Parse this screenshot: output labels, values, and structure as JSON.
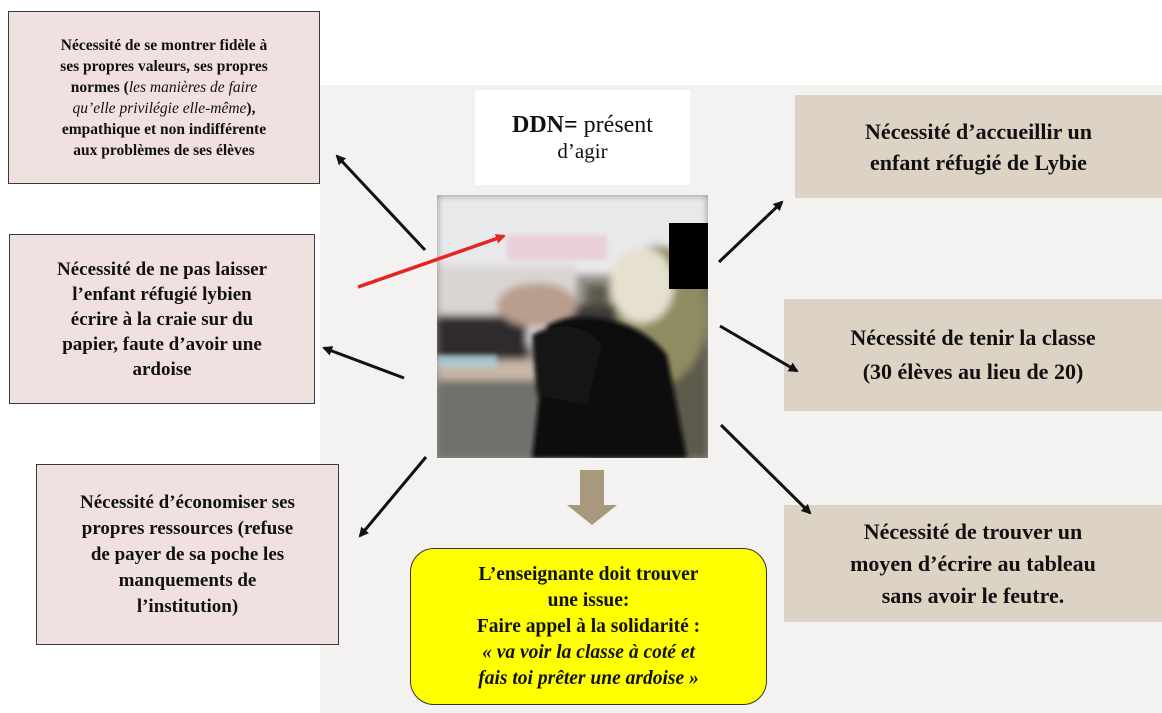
{
  "center": {
    "title_bold": "DDN=",
    "title_rest": " présent",
    "title_line2": "d’agir"
  },
  "left_boxes": {
    "values": {
      "line1": "Nécessité de se montrer fidèle à",
      "line2": "ses propres valeurs, ses propres",
      "line3_bold": "normes (",
      "line3_italic": "les manières de faire",
      "line4_italic": "qu’elle privilégie elle-même",
      "line4_bold": "),",
      "line5": "empathique et non indifférente",
      "line6": "aux problèmes de ses élèves"
    },
    "chalk": {
      "line1": "Nécessité de ne pas laisser",
      "line2": "l’enfant réfugié lybien",
      "line3": "écrire à la craie sur du",
      "line4": "papier, faute d’avoir une",
      "line5": "ardoise"
    },
    "save": {
      "line1": "Nécessité d’économiser ses",
      "line2": "propres ressources (refuse",
      "line3": "de payer de sa poche les",
      "line4": "manquements de",
      "line5": "l’institution)"
    }
  },
  "right_boxes": {
    "welcome": {
      "line1": "Nécessité d’accueillir un",
      "line2": "enfant réfugié de Lybie"
    },
    "class": {
      "line1": "Nécessité de tenir la classe",
      "line2": "(30 élèves au lieu de 20)"
    },
    "marker": {
      "line1": "Nécessité de trouver un",
      "line2": "moyen d’écrire au tableau",
      "line3": "sans avoir le feutre."
    }
  },
  "issue": {
    "line1": "L’enseignante doit trouver",
    "line2": "une issue:",
    "line3": "Faire appel à la solidarité :",
    "line4": "« va voir la classe à coté et",
    "line5": "fais toi prêter une ardoise »"
  },
  "colors": {
    "left_box_fill": "#f0e1e0",
    "right_box_fill": "#ddd3c5",
    "issue_fill": "#ffff00",
    "down_arrow": "#a8987c",
    "red_arrow": "#e52520",
    "black_arrow": "#111111"
  },
  "photo_icon": "classroom-photo-blurred"
}
